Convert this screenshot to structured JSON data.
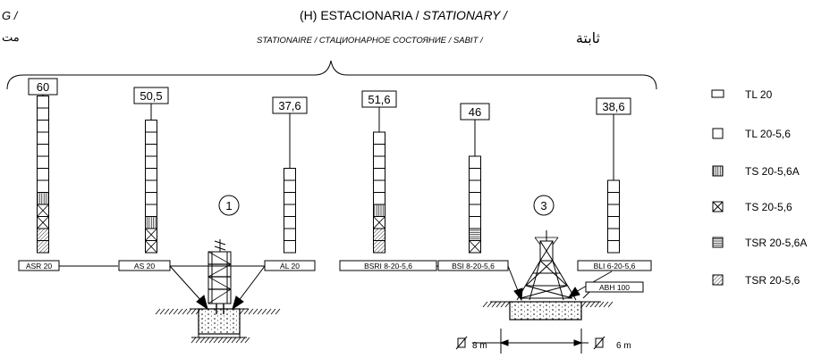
{
  "header": {
    "title_plain": "(H) ESTACIONARIA / ",
    "title_italic": "STATIONARY /",
    "subtitle_italic": "STATIONAIRE / СТАЦИОНАРНОЕ СОСТОЯНИЕ / SABIT /",
    "subtitle_arabic": "ثابتة",
    "cut_left_line1": "G /",
    "cut_left_line2": "مت"
  },
  "masts": [
    {
      "height": "60",
      "base_label": "ASR 20"
    },
    {
      "height": "50,5",
      "base_label": "AS 20"
    },
    {
      "height": "37,6",
      "base_label": "AL 20"
    },
    {
      "height": "51,6",
      "base_label": "BSRI 8-20-5,6"
    },
    {
      "height": "46",
      "base_label": "BSI 8-20-5,6"
    },
    {
      "height": "38,6",
      "base_label": "BLI 6-20-5,6"
    }
  ],
  "markers": [
    "1",
    "3"
  ],
  "abh_label": "ABH 100",
  "dimensions": {
    "left": "8 m",
    "right": "6 m"
  },
  "legend": [
    {
      "label": "TL 20",
      "icon": "small-rectangle-icon"
    },
    {
      "label": "TL 20-5,6",
      "icon": "square-icon"
    },
    {
      "label": "TS 20-5,6A",
      "icon": "vertical-hatch-square-icon"
    },
    {
      "label": "TS 20-5,6",
      "icon": "cross-square-icon"
    },
    {
      "label": "TSR 20-5,6A",
      "icon": "horizontal-hatch-square-icon"
    },
    {
      "label": "TSR 20-5,6",
      "icon": "diagonal-hatch-square-icon"
    }
  ]
}
